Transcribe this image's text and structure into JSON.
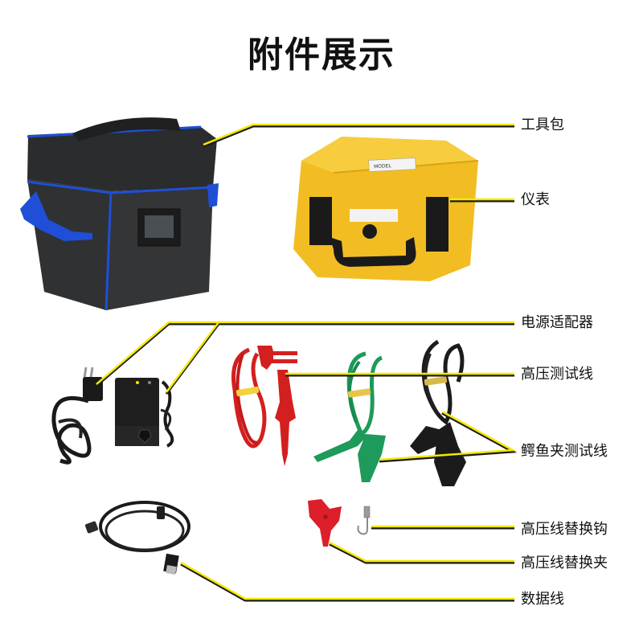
{
  "title": "附件展示",
  "colors": {
    "leader_line": "#f5e800",
    "leader_shadow": "#1a1a1a",
    "bag_body": "#2b2d2f",
    "bag_trim": "#1f4fd6",
    "case_body": "#f2bd22",
    "red_lead": "#d41f1f",
    "green_lead": "#1e9a5a",
    "black_lead": "#1b1b1b"
  },
  "labels": [
    {
      "id": "tool-bag",
      "text": "工具包"
    },
    {
      "id": "meter",
      "text": "仪表"
    },
    {
      "id": "power-adapter",
      "text": "电源适配器"
    },
    {
      "id": "hv-test-lead",
      "text": "高压测试线"
    },
    {
      "id": "alligator-test-lead",
      "text": "鳄鱼夹测试线"
    },
    {
      "id": "hv-replacement-hook",
      "text": "高压线替换钩"
    },
    {
      "id": "hv-replacement-clip",
      "text": "高压线替换夹"
    },
    {
      "id": "data-cable",
      "text": "数据线"
    }
  ],
  "case_sticker_text": "MODEL"
}
